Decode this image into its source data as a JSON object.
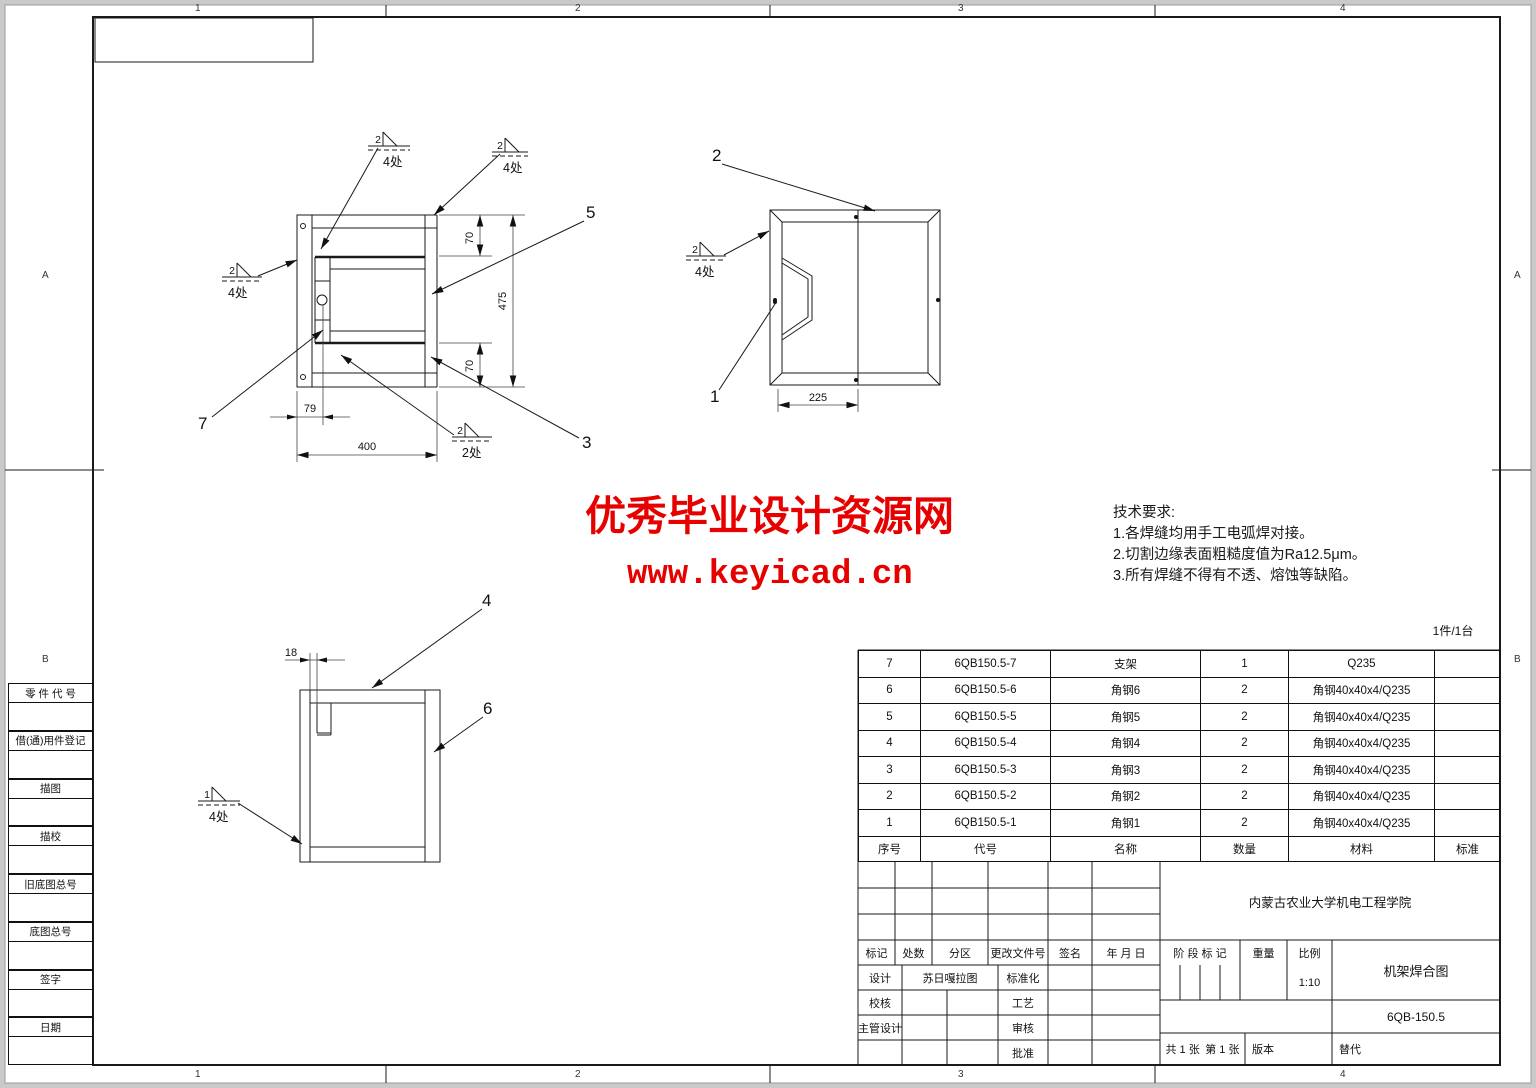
{
  "watermark": {
    "line1": "优秀毕业设计资源网",
    "line2": "www.keyicad.cn",
    "color": "#e60000"
  },
  "tech_requirements": {
    "title": "技术要求:",
    "items": [
      "1.各焊缝均用手工电弧焊对接。",
      "2.切割边缘表面粗糙度值为Ra12.5μm。",
      "3.所有焊缝不得有不透、熔蚀等缺陷。"
    ]
  },
  "quantity_note": "1件/1台",
  "zones": {
    "top": [
      "1",
      "2",
      "3",
      "4"
    ],
    "bottom": [
      "1",
      "2",
      "3",
      "4"
    ],
    "left": [
      "A",
      "B"
    ],
    "right": [
      "A",
      "B"
    ]
  },
  "margin_labels": [
    "零 件 代 号",
    "借(通)用件登记",
    "描图",
    "描校",
    "旧底图总号",
    "底图总号",
    "签字",
    "日期"
  ],
  "bom": {
    "headers": {
      "seq": "序号",
      "code": "代号",
      "name": "名称",
      "qty": "数量",
      "material": "材料",
      "standard": "标准"
    },
    "rows": [
      {
        "seq": "7",
        "code": "6QB150.5-7",
        "name": "支架",
        "qty": "1",
        "material": "Q235",
        "standard": ""
      },
      {
        "seq": "6",
        "code": "6QB150.5-6",
        "name": "角钢6",
        "qty": "2",
        "material": "角钢40x40x4/Q235",
        "standard": ""
      },
      {
        "seq": "5",
        "code": "6QB150.5-5",
        "name": "角钢5",
        "qty": "2",
        "material": "角钢40x40x4/Q235",
        "standard": ""
      },
      {
        "seq": "4",
        "code": "6QB150.5-4",
        "name": "角钢4",
        "qty": "2",
        "material": "角钢40x40x4/Q235",
        "standard": ""
      },
      {
        "seq": "3",
        "code": "6QB150.5-3",
        "name": "角钢3",
        "qty": "2",
        "material": "角钢40x40x4/Q235",
        "standard": ""
      },
      {
        "seq": "2",
        "code": "6QB150.5-2",
        "name": "角钢2",
        "qty": "2",
        "material": "角钢40x40x4/Q235",
        "standard": ""
      },
      {
        "seq": "1",
        "code": "6QB150.5-1",
        "name": "角钢1",
        "qty": "2",
        "material": "角钢40x40x4/Q235",
        "standard": ""
      }
    ]
  },
  "title_block": {
    "mark": "标记",
    "count": "处数",
    "zone": "分区",
    "change_doc": "更改文件号",
    "sign": "签名",
    "date": "年 月 日",
    "design_label": "设计",
    "design_name": "苏日嘎拉图",
    "standardization_label": "标准化",
    "check_label": "校核",
    "process_label": "工艺",
    "chief_design_label": "主管设计",
    "audit_label": "审核",
    "approve_label": "批准",
    "stage_mark": "阶 段 标 记",
    "weight_label": "重量",
    "scale_label": "比例",
    "scale_value": "1:10",
    "org": "内蒙古农业大学机电工程学院",
    "title": "机架焊合图",
    "drawing_no": "6QB-150.5",
    "sheet_count": "共 1 张",
    "sheet_index": "第 1 张",
    "version_label": "版本",
    "replace_label": "替代"
  },
  "annotations": {
    "balloons": {
      "b1": "1",
      "b2": "2",
      "b3": "3",
      "b4": "4",
      "b5": "5",
      "b6": "6",
      "b7": "7"
    },
    "dims": {
      "d70a": "70",
      "d70b": "70",
      "d475": "475",
      "d79": "79",
      "d400": "400",
      "d225": "225",
      "d18": "18"
    },
    "welds": {
      "w1": {
        "size": "2",
        "note": "4处"
      },
      "w2": {
        "size": "2",
        "note": "4处"
      },
      "w3": {
        "size": "2",
        "note": "4处"
      },
      "w4": {
        "size": "2",
        "note": "2处"
      },
      "w5": {
        "size": "2",
        "note": "4处"
      },
      "w6": {
        "size": "1",
        "note": "4处"
      }
    }
  }
}
